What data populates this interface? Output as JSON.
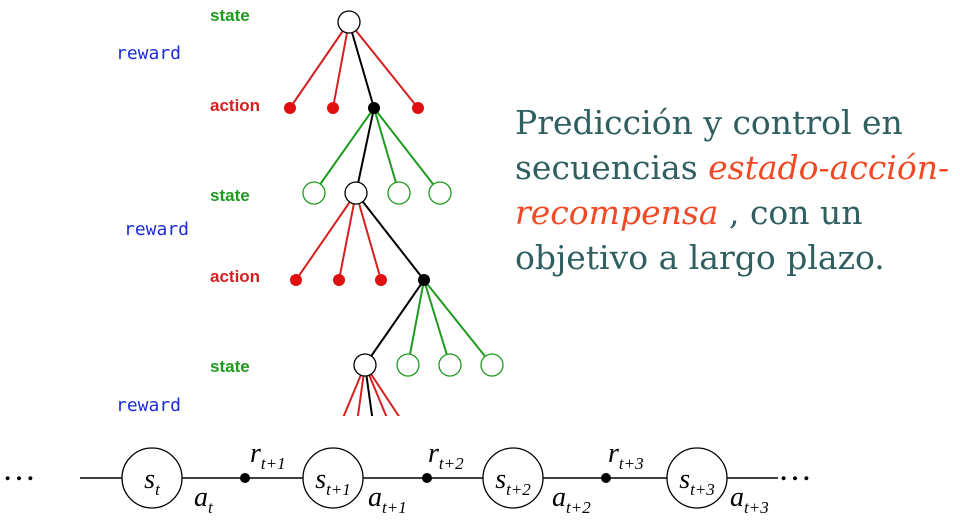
{
  "labels": {
    "state": "state",
    "action": "action",
    "reward": "reward"
  },
  "caption": {
    "part1": "Predicción y control en secuencias ",
    "highlight": "estado-acción-recompensa",
    "part2": " , con un objetivo a largo plazo."
  },
  "chain": {
    "ellipsis": "…",
    "states": [
      {
        "base": "s",
        "sub": "t"
      },
      {
        "base": "s",
        "sub": "t+1"
      },
      {
        "base": "s",
        "sub": "t+2"
      },
      {
        "base": "s",
        "sub": "t+3"
      }
    ],
    "actions": [
      {
        "base": "a",
        "sub": "t"
      },
      {
        "base": "a",
        "sub": "t+1"
      },
      {
        "base": "a",
        "sub": "t+2"
      },
      {
        "base": "a",
        "sub": "t+3"
      }
    ],
    "rewards": [
      {
        "base": "r",
        "sub": "t+1"
      },
      {
        "base": "r",
        "sub": "t+2"
      },
      {
        "base": "r",
        "sub": "t+3"
      }
    ]
  },
  "colors": {
    "state": "#1e9a1e",
    "action": "#d42020",
    "reward": "#1a2dd6",
    "caption": "#2f5f5f",
    "highlight": "#ef4a25",
    "path": "#000000"
  }
}
